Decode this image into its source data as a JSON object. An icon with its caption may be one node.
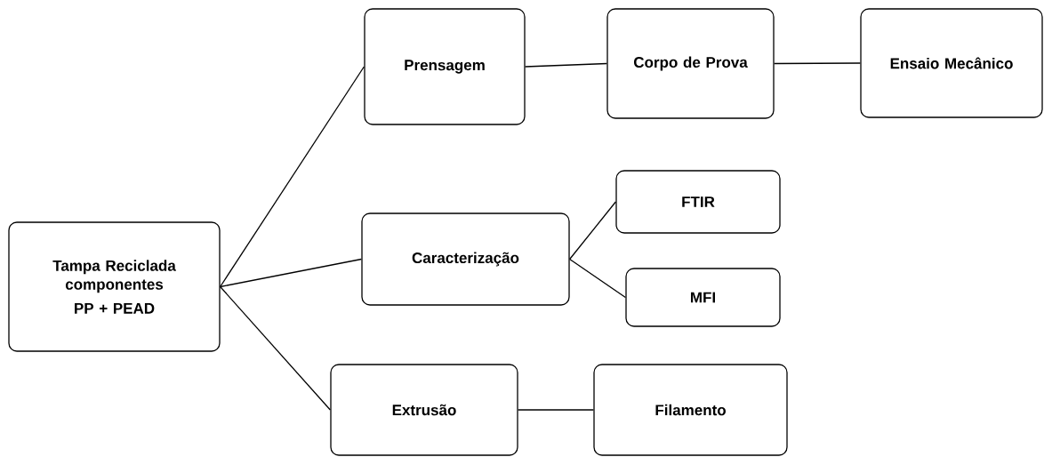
{
  "diagram": {
    "nodes": [
      {
        "text": [
          "Tampa Reciclada componentes",
          "PP + PEAD"
        ]
      },
      {
        "text": [
          "Prensagem"
        ]
      },
      {
        "text": [
          "Corpo de Prova"
        ]
      },
      {
        "text": [
          "Ensaio Mecânico"
        ]
      },
      {
        "text": [
          "Caracterização"
        ]
      },
      {
        "text": [
          "FTIR"
        ]
      },
      {
        "text": [
          "MFI"
        ]
      },
      {
        "text": [
          "Extrusão"
        ]
      },
      {
        "text": [
          "Filamento"
        ]
      }
    ],
    "edges": [
      {
        "from": 0,
        "to": 1,
        "arrow": "none"
      },
      {
        "from": 0,
        "to": 4,
        "arrow": "none"
      },
      {
        "from": 0,
        "to": 7,
        "arrow": "none"
      },
      {
        "from": 1,
        "to": 2,
        "arrow": "none"
      },
      {
        "from": 2,
        "to": 3,
        "arrow": "none"
      },
      {
        "from": 4,
        "to": 5,
        "arrow": "none"
      },
      {
        "from": 4,
        "to": 6,
        "arrow": "none"
      },
      {
        "from": 7,
        "to": 8,
        "arrow": "none"
      }
    ]
  }
}
